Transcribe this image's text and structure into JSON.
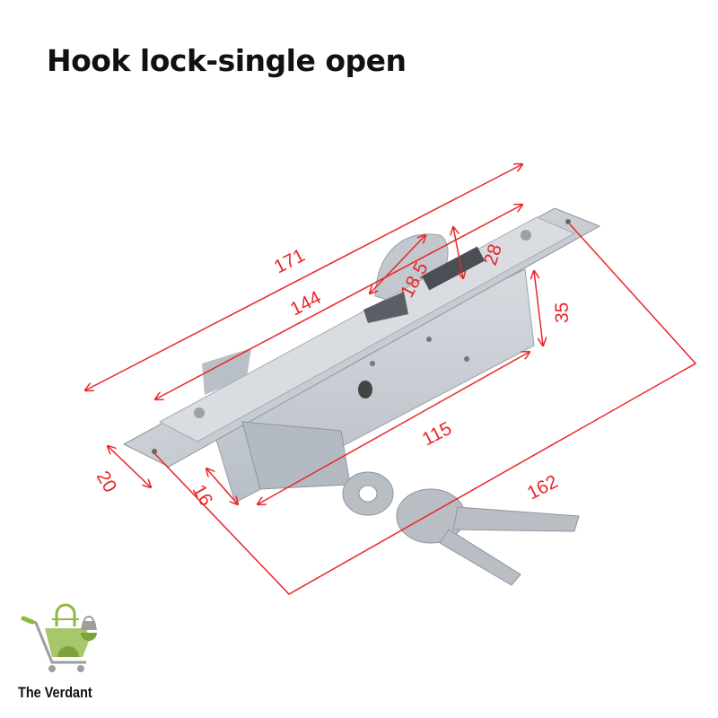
{
  "title": "Hook lock-single open",
  "brand": {
    "name": "The Verdant",
    "logo_icon": "shopping-cart-bag-icon",
    "colors": {
      "green": "#8db843",
      "gray": "#9e9e9e"
    }
  },
  "annotation_color": "#e8262a",
  "dimensions": {
    "d171": "171",
    "d144": "144",
    "d18_5": "18.5",
    "d28": "28",
    "d35": "35",
    "d115": "115",
    "d162": "162",
    "d20": "20",
    "d16": "16"
  }
}
